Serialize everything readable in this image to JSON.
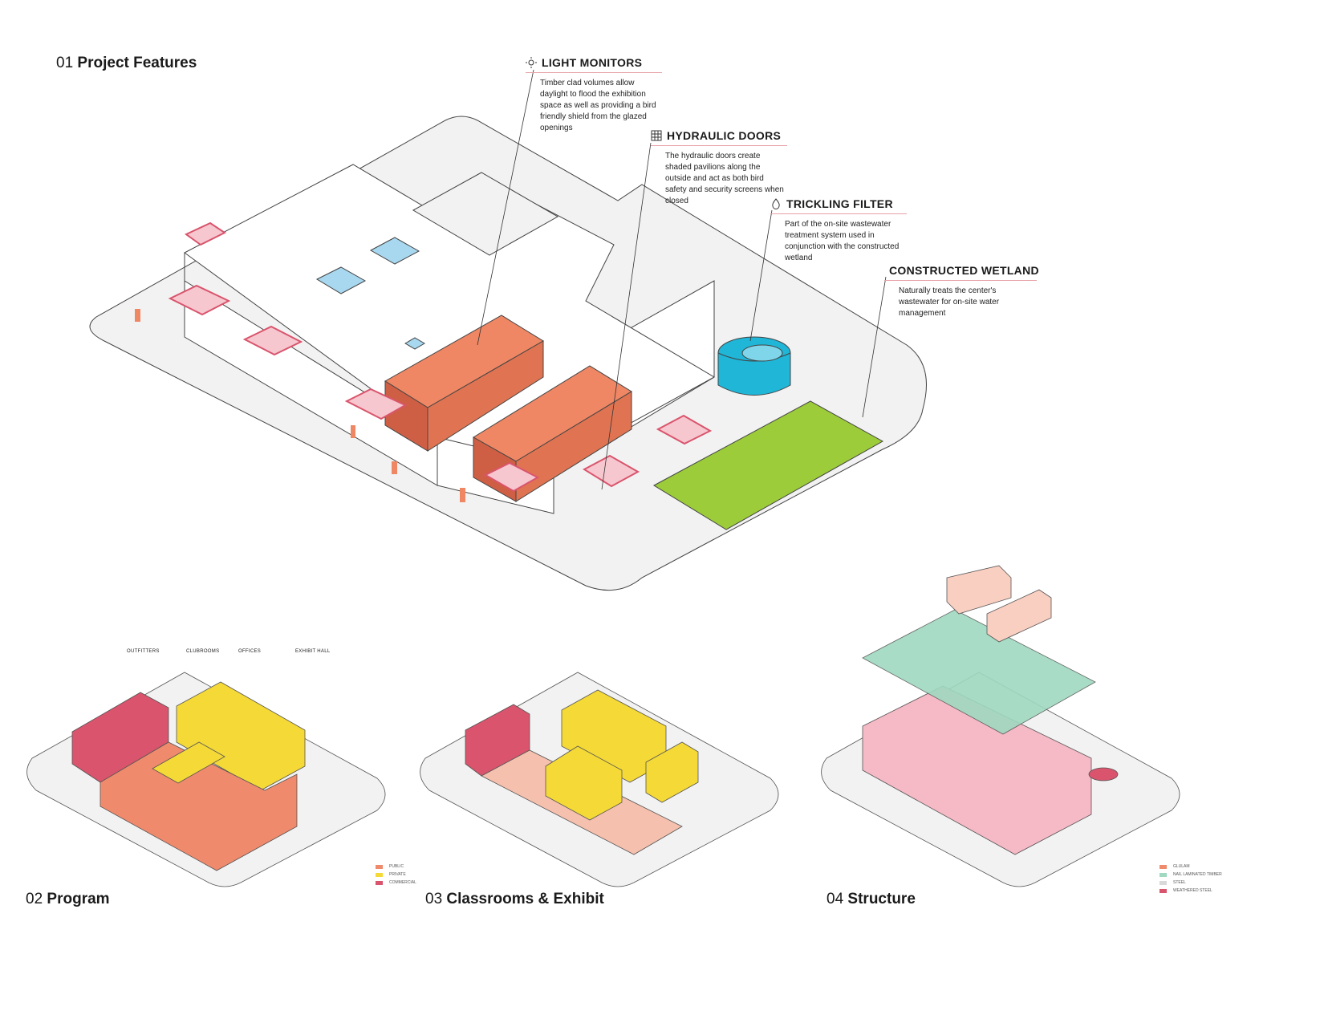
{
  "sections": {
    "s1": {
      "num": "01",
      "name": "Project Features"
    },
    "s2": {
      "num": "02",
      "name": "Program"
    },
    "s3": {
      "num": "03",
      "name": "Classrooms & Exhibit"
    },
    "s4": {
      "num": "04",
      "name": "Structure"
    }
  },
  "features": [
    {
      "title": "LIGHT MONITORS",
      "icon": "sun-icon",
      "text": "Timber clad volumes allow daylight to flood the exhibition space as well as providing a bird friendly shield from the glazed openings"
    },
    {
      "title": "HYDRAULIC DOORS",
      "icon": "grid-icon",
      "text": "The hydraulic doors create shaded pavilions along the outside and act as both bird safety and security screens when closed"
    },
    {
      "title": "TRICKLING FILTER",
      "icon": "droplet-icon",
      "text": "Part of the on-site wastewater treatment system used in conjunction with the constructed wetland"
    },
    {
      "title": "CONSTRUCTED WETLAND",
      "icon": "sprout-icon",
      "text": "Naturally treats the center's wastewater for on-site water management"
    }
  ],
  "program_labels": [
    "OUTFITTERS",
    "CLUBROOMS",
    "OFFICES",
    "EXHIBIT HALL"
  ],
  "program_legend": [
    {
      "label": "PUBLIC",
      "color": "#f08a6c"
    },
    {
      "label": "PRIVATE",
      "color": "#f5d936"
    },
    {
      "label": "COMMERCIAL",
      "color": "#d9546c"
    }
  ],
  "structure_legend": [
    {
      "label": "GLULAM",
      "color": "#f08a6c"
    },
    {
      "label": "NAIL LAMINATED TIMBER",
      "color": "#9fd9c0"
    },
    {
      "label": "STEEL",
      "color": "#d9d9d9"
    },
    {
      "label": "WEATHERED STEEL",
      "color": "#d9546c"
    }
  ],
  "colors": {
    "ground": "#f2f2f2",
    "outline": "#444444",
    "monitor": "#ef8764",
    "monitor_dark": "#cf5f44",
    "door": "#d9546c",
    "filter": "#1fb6d8",
    "wetland": "#9ccc3a",
    "person": "#ef8764",
    "skylight": "#a8d8f0",
    "clt": "#9fd9c0"
  }
}
